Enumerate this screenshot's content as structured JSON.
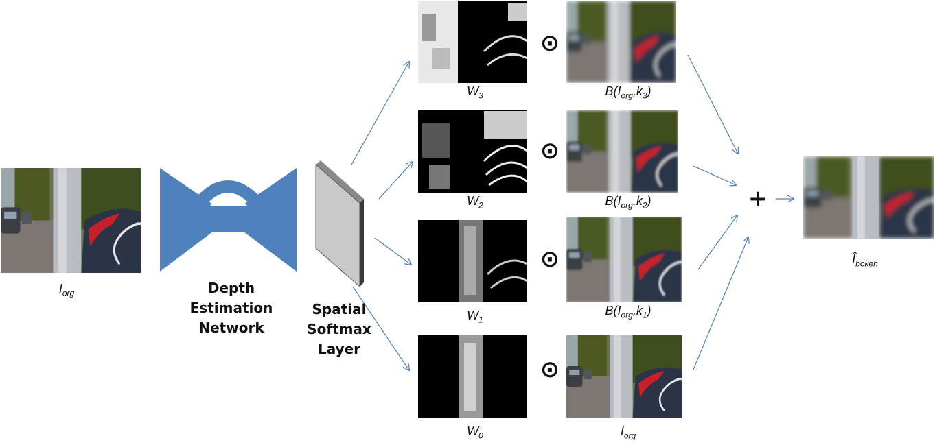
{
  "input_label": {
    "base": "I",
    "sub": "org"
  },
  "network_label": [
    "Depth",
    "Estimation",
    "Network"
  ],
  "softmax_label": [
    "Spatial",
    "Softmax",
    "Layer"
  ],
  "weight_labels": [
    {
      "base": "W",
      "sub": "3"
    },
    {
      "base": "W",
      "sub": "2"
    },
    {
      "base": "W",
      "sub": "1"
    },
    {
      "base": "W",
      "sub": "0"
    }
  ],
  "blur_labels": [
    {
      "text": "B(I",
      "sub1": "org",
      "mid": ",k",
      "sub2": "3",
      "end": ")"
    },
    {
      "text": "B(I",
      "sub1": "org",
      "mid": ",k",
      "sub2": "2",
      "end": ")"
    },
    {
      "text": "B(I",
      "sub1": "org",
      "mid": ",k",
      "sub2": "1",
      "end": ")"
    },
    {
      "text": "I",
      "sub1": "org",
      "mid": "",
      "sub2": "",
      "end": ""
    }
  ],
  "output_label": {
    "base": "Î",
    "sub": "bokeh"
  },
  "operators": {
    "hadamard": "⊙",
    "sum": "+"
  },
  "colors": {
    "network_blue": "#4f81bd",
    "arrow_blue": "#4f81bd",
    "softmax_gray": "#c8c8c8",
    "pole_gray": "#b9bcc0",
    "car_blue": "#2b3446",
    "taillight_red": "#c8202a",
    "foliage_green": "#4a5a24"
  }
}
